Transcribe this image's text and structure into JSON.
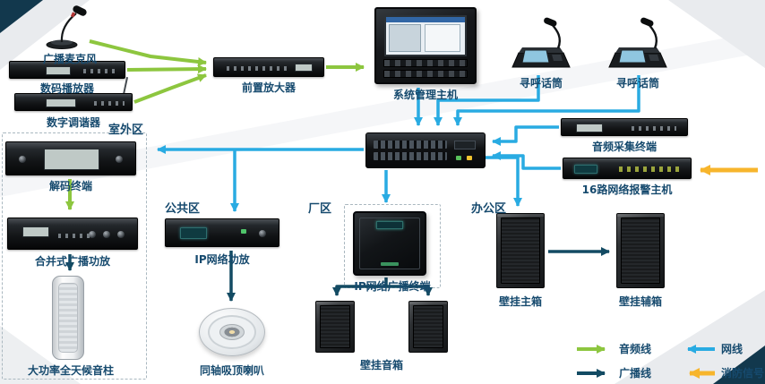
{
  "zones": {
    "outdoor": {
      "label": "室外区"
    },
    "public": {
      "label": "公共区"
    },
    "factory": {
      "label": "厂区"
    },
    "office": {
      "label": "办公区"
    }
  },
  "nodes": {
    "broadcast_mic": {
      "label": "广播麦克风"
    },
    "digital_player": {
      "label": "数码播放器"
    },
    "digital_tuner": {
      "label": "数字调谐器"
    },
    "preamplifier": {
      "label": "前置放大器"
    },
    "system_host": {
      "label": "系统管理主机"
    },
    "paging_mic_1": {
      "label": "寻呼话筒"
    },
    "paging_mic_2": {
      "label": "寻呼话筒"
    },
    "audio_capture_terminal": {
      "label": "音频采集终端"
    },
    "network_alarm_host": {
      "label": "16路网络报警主机"
    },
    "decoder_terminal": {
      "label": "解码终端"
    },
    "combined_amplifier": {
      "label": "合并式广播功放"
    },
    "outdoor_column_speaker": {
      "label": "大功率全天候音柱"
    },
    "ip_network_amplifier": {
      "label": "IP网络功放"
    },
    "ceiling_speaker": {
      "label": "同轴吸顶喇叭"
    },
    "ip_broadcast_terminal": {
      "label": "IP网络广播终端"
    },
    "wall_speakers": {
      "label": "壁挂音箱"
    },
    "wall_main_speaker": {
      "label": "壁挂主箱"
    },
    "wall_aux_speaker": {
      "label": "壁挂辅箱"
    }
  },
  "legend": {
    "items": [
      {
        "label": "音频线",
        "color": "#8dc63f"
      },
      {
        "label": "网线",
        "color": "#29abe2"
      },
      {
        "label": "广播线",
        "color": "#134b63"
      },
      {
        "label": "消防信号",
        "color": "#f7b52c"
      }
    ]
  },
  "colors": {
    "audio_line": "#8dc63f",
    "network_line": "#29abe2",
    "broadcast_line": "#134b63",
    "fire_signal": "#f7b52c",
    "label_text": "#164a6e"
  }
}
